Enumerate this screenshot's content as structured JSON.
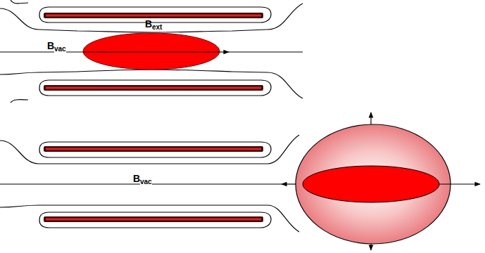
{
  "diagram": {
    "labels": [
      "B",
      "ext",
      "B",
      "vac",
      "B",
      "vac"
    ]
  }
}
